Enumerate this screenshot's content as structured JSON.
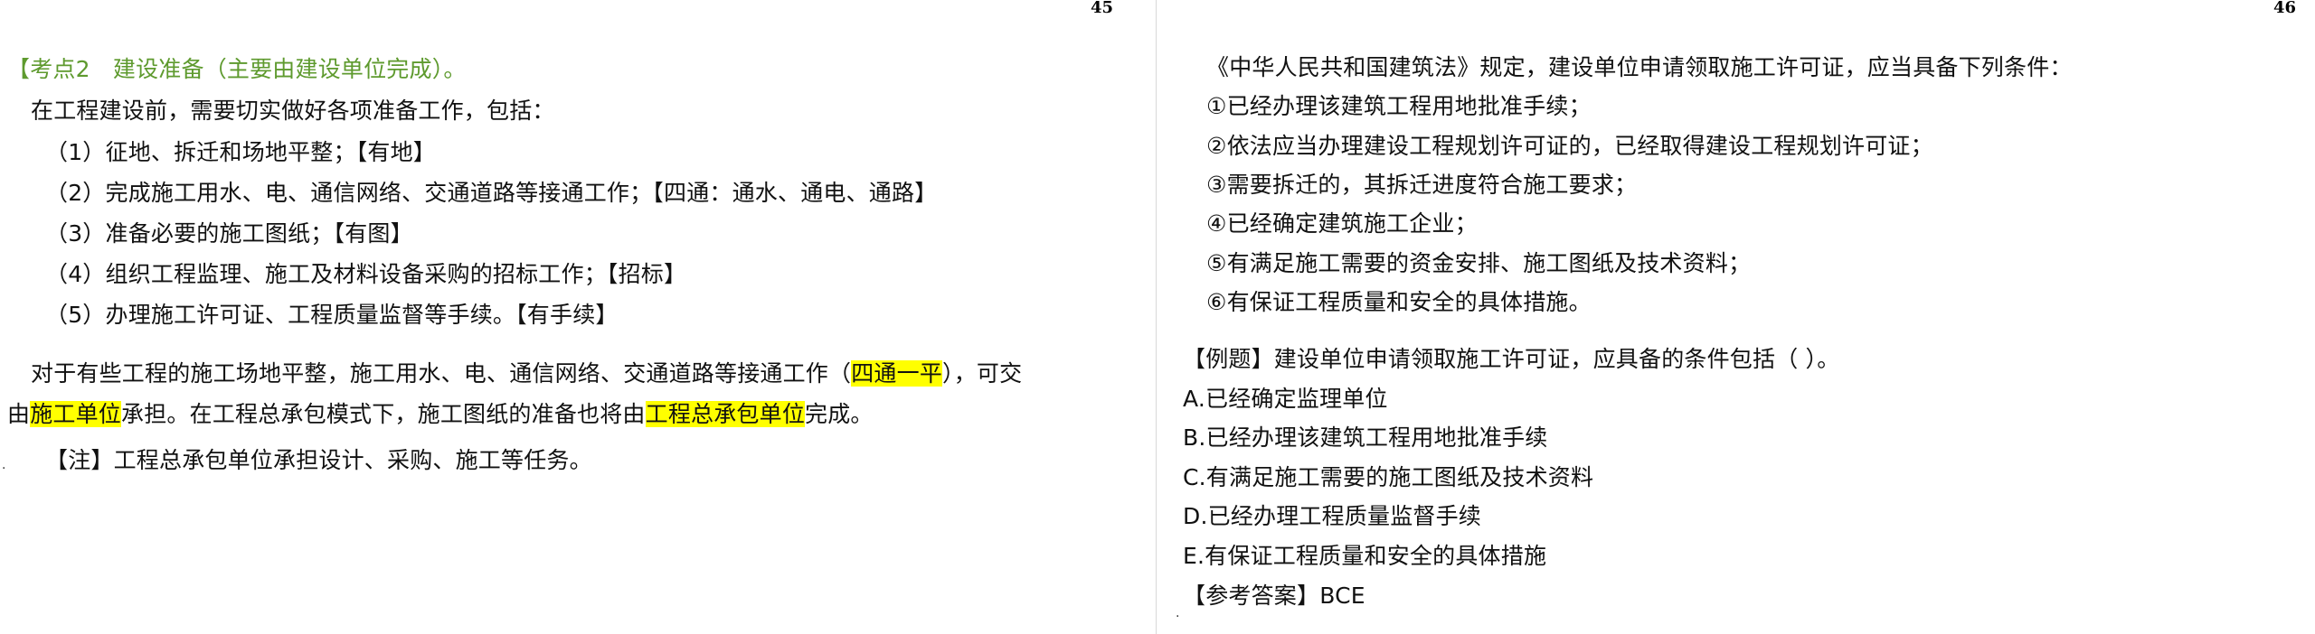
{
  "left_page": {
    "page_number": "45",
    "heading": "【考点2　建设准备（主要由建设单位完成）。",
    "intro": "在工程建设前，需要切实做好各项准备工作，包括：",
    "items": [
      "（1）征地、拆迁和场地平整；【有地】",
      "（2）完成施工用水、电、通信网络、交通道路等接通工作；【四通：通水、通电、通路】",
      "（3）准备必要的施工图纸；【有图】",
      "（4）组织工程监理、施工及材料设备采购的招标工作；【招标】",
      "（5）办理施工许可证、工程质量监督等手续。【有手续】"
    ],
    "para1_a": "对于有些工程的施工场地平整，施工用水、电、通信网络、交通道路等接通工作（",
    "para1_hl": "四通一平",
    "para1_b": "），可交",
    "para2_a": "由",
    "para2_hl1": "施工单位",
    "para2_b": "承担。在工程总承包模式下，施工图纸的准备也将由",
    "para2_hl2": "工程总承包单位",
    "para2_c": "完成。",
    "note": "【注】工程总承包单位承担设计、采购、施工等任务。",
    "marker": "."
  },
  "right_page": {
    "page_number": "46",
    "lead": "《中华人民共和国建筑法》规定，建设单位申请领取施工许可证，应当具备下列条件：",
    "conditions": [
      "①已经办理该建筑工程用地批准手续；",
      "②依法应当办理建设工程规划许可证的，已经取得建设工程规划许可证；",
      "③需要拆迁的，其拆迁进度符合施工要求；",
      "④已经确定建筑施工企业；",
      "⑤有满足施工需要的资金安排、施工图纸及技术资料；",
      "⑥有保证工程质量和安全的具体措施。"
    ],
    "example": "【例题】建设单位申请领取施工许可证，应具备的条件包括（ ）。",
    "options": [
      "A.已经确定监理单位",
      "B.已经办理该建筑工程用地批准手续",
      "C.有满足施工需要的施工图纸及技术资料",
      "D.已经办理工程质量监督手续",
      "E.有保证工程质量和安全的具体措施"
    ],
    "answer": "【参考答案】BCE",
    "marker": "."
  },
  "colors": {
    "heading_green": "#5e9a2e",
    "highlight_yellow": "#ffff00",
    "text": "#111111"
  }
}
